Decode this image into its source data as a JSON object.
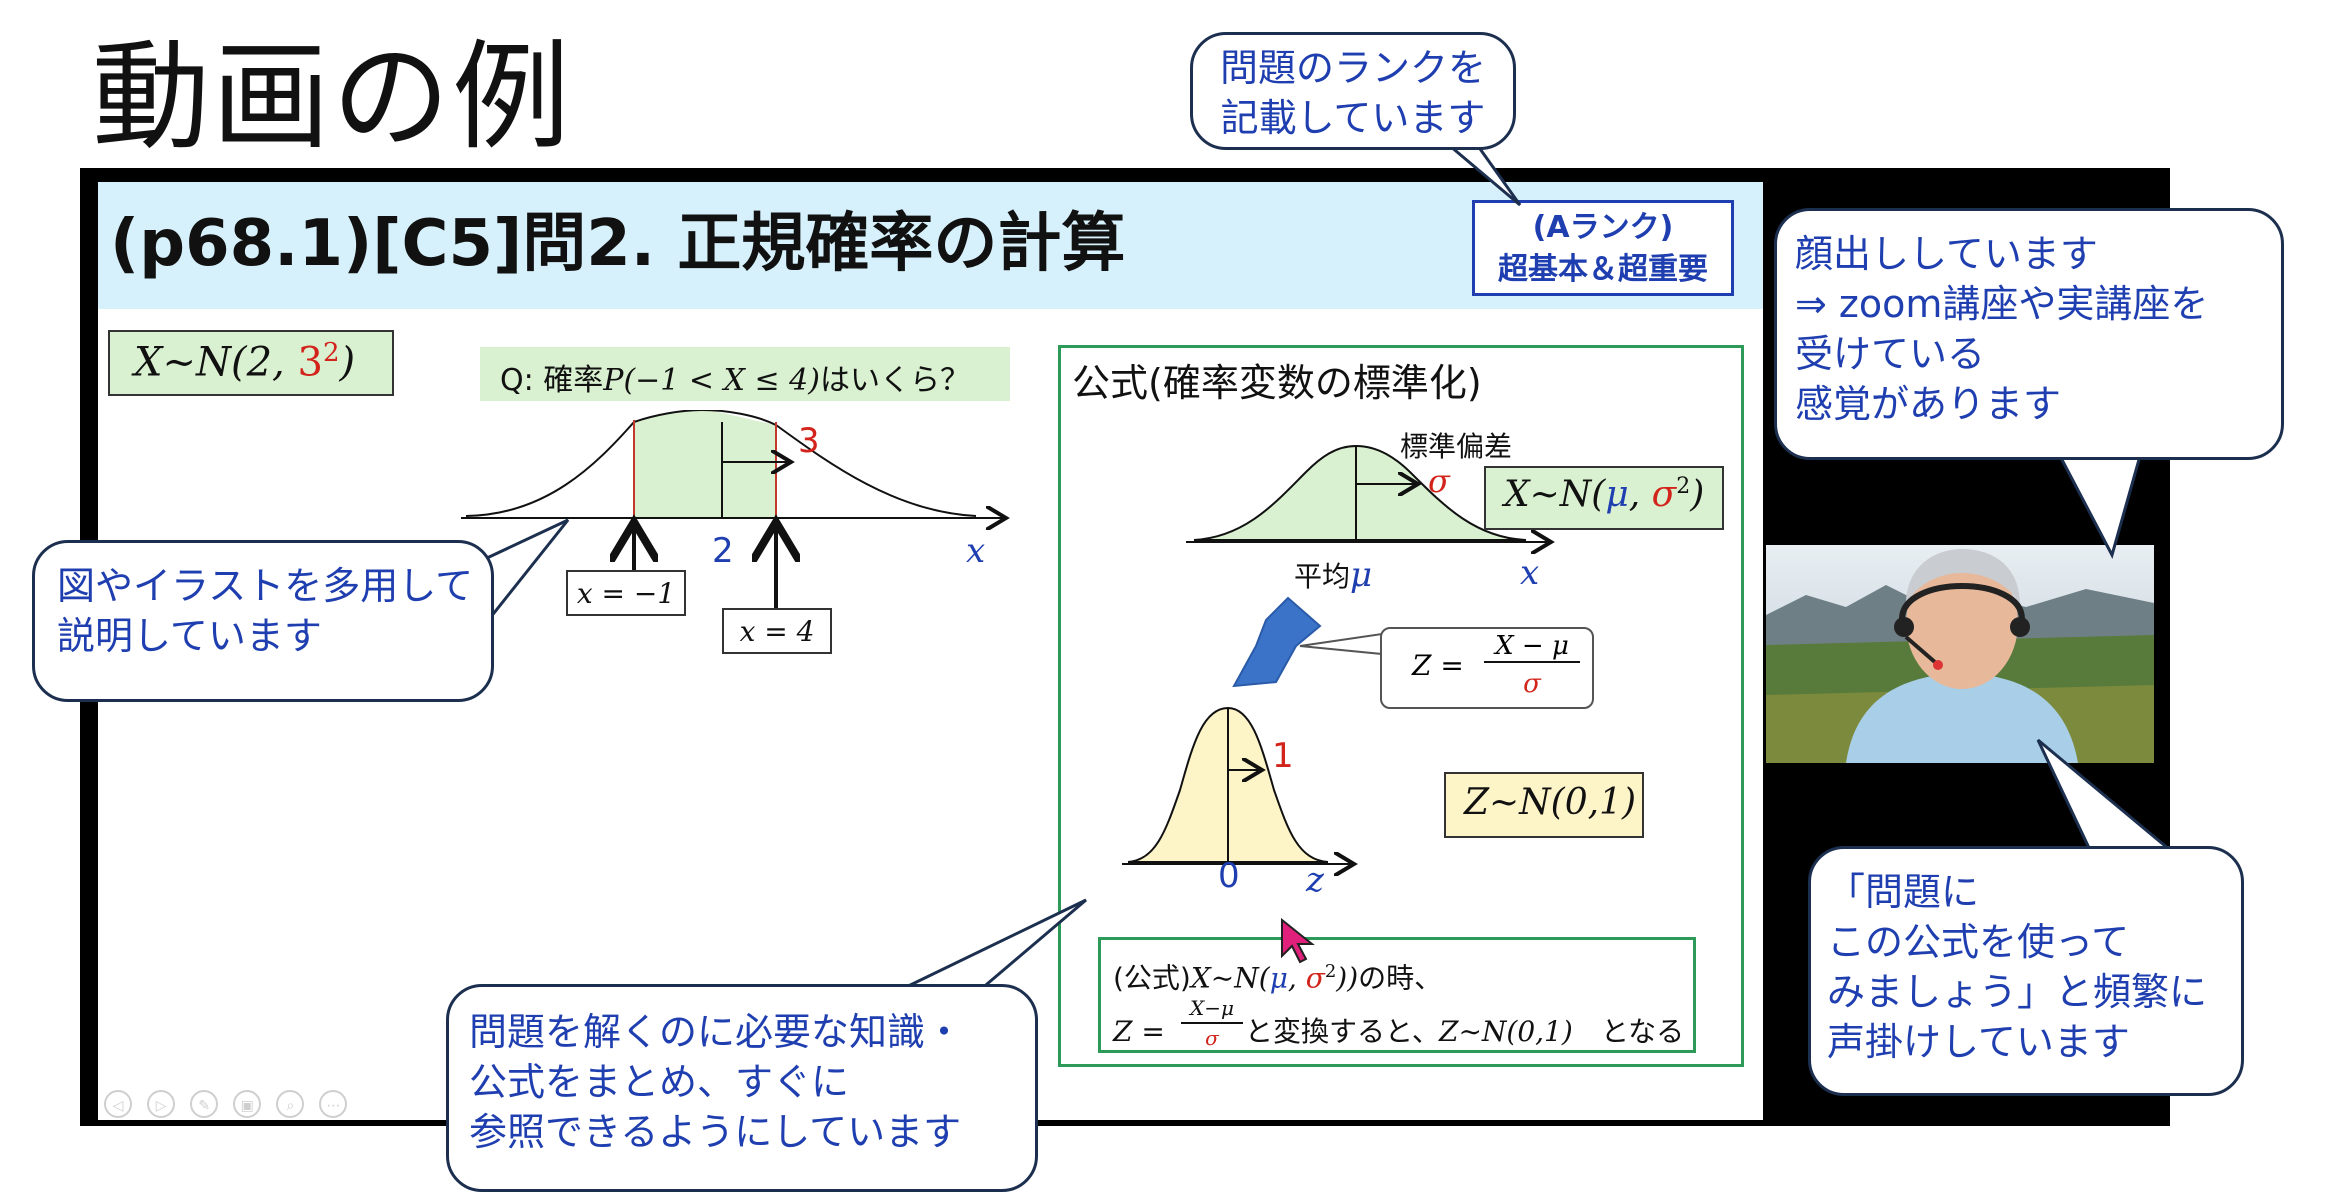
{
  "page_title": "動画の例",
  "slide": {
    "title": "(p68.1)[C5]問2. 正規確率の計算",
    "rank_line1": "(Aランク)",
    "rank_line2": "超基本＆超重要",
    "dist": {
      "prefix": "X∼N(2, ",
      "variance": "3",
      "exponent": "2",
      "suffix": ")"
    },
    "question": {
      "prefix": "Q:  確率",
      "expr": "P(−1 < X ≤ 4)",
      "suffix": "はいくら？"
    },
    "left_graph": {
      "sd_label": "3",
      "mean_label": "2",
      "axis_label": "x",
      "label_left": "x = −1",
      "label_right": "x = 4"
    },
    "formula_panel": {
      "title": "公式(確率変数の標準化)",
      "std_label": "標準偏差",
      "sigma": "σ",
      "mean_label": "平均",
      "mu": "μ",
      "axis_x": "x",
      "general_dist": {
        "prefix": "X∼N(",
        "mu": "μ",
        "comma": ", ",
        "sigma": "σ",
        "exponent": "2",
        "suffix": ")"
      },
      "z_formula": {
        "lhs": "Z =",
        "numerator": "X − μ",
        "denominator": "σ"
      },
      "std_sd_label": "1",
      "std_mean_label": "0",
      "axis_z": "z",
      "z_dist": "Z∼N(0,1)",
      "summary_line1": {
        "prefix": "(公式)",
        "expr_start": "X∼N(",
        "mu": "μ",
        "comma": ", ",
        "sigma": "σ",
        "exponent": "2",
        "expr_end": "))",
        "suffix": "の時、"
      },
      "summary_line2": {
        "lhs": "Z =",
        "numerator": "X−μ",
        "denominator": "σ",
        "middle": "と変換すると、",
        "result": "Z∼N(0,1)",
        "suffix": "となる"
      }
    }
  },
  "callouts": {
    "rank": [
      "問題のランクを",
      "記載しています"
    ],
    "face": [
      "顔出ししています",
      "⇒ zoom講座や実講座を",
      "受けている",
      "感覚があります"
    ],
    "illustration": [
      "図やイラストを多用して",
      "説明しています"
    ],
    "formula": [
      "問題を解くのに必要な知識・",
      "公式をまとめ、すぐに",
      "参照できるようにしています"
    ],
    "ask": [
      "「問題に",
      "この公式を使って",
      "みましょう」と頻繁に",
      "声掛けしています"
    ]
  },
  "colors": {
    "accent_blue": "#1f3fb0",
    "red": "#d3241c",
    "green_fill": "#d9f1d0",
    "yellow_fill": "#fdf4c8",
    "panel_green": "#2e9a5a",
    "header_blue": "#d6f1fb",
    "arrow_blue": "#3a73c8"
  },
  "icons": {
    "nav": [
      "prev-icon",
      "next-icon",
      "pen-icon",
      "copy-icon",
      "zoom-icon",
      "more-icon"
    ]
  }
}
